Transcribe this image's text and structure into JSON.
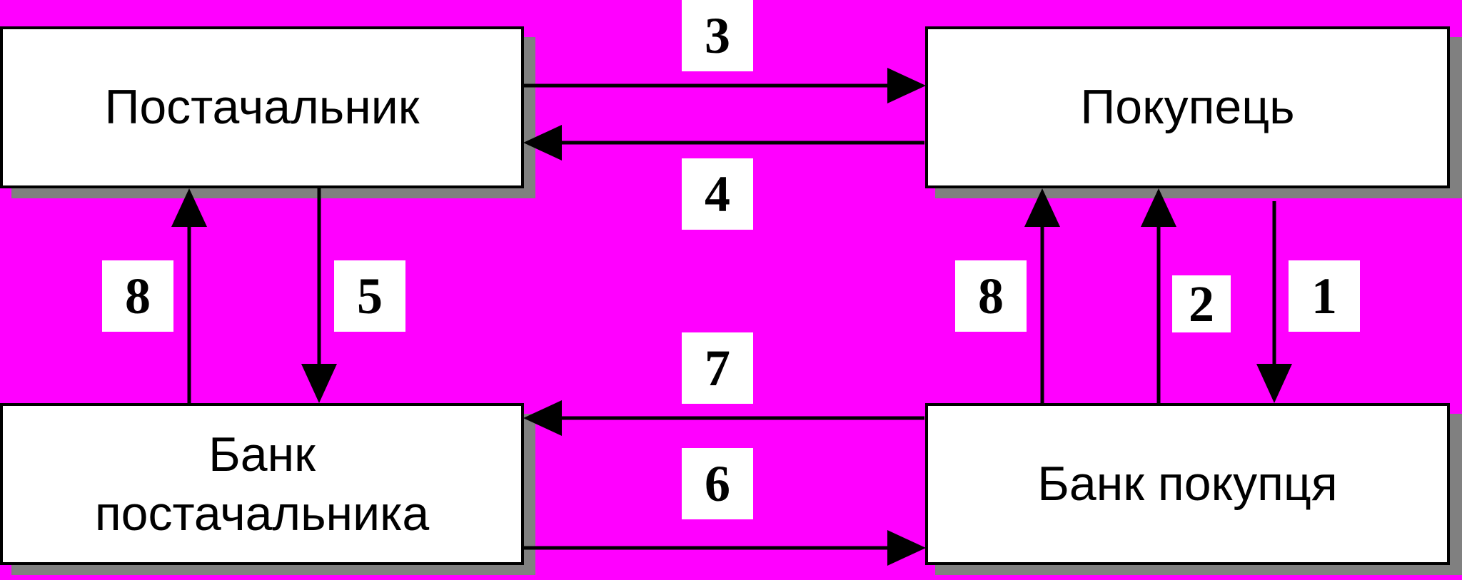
{
  "nodes": {
    "supplier": {
      "label": "Постачальник"
    },
    "buyer": {
      "label": "Покупець"
    },
    "supplier_bank": {
      "line1": "Банк",
      "line2": "постачальника"
    },
    "buyer_bank": {
      "label": "Банк покупця"
    }
  },
  "flows": {
    "f1": "1",
    "f2": "2",
    "f3": "3",
    "f4": "4",
    "f5": "5",
    "f6": "6",
    "f7": "7",
    "f8_left": "8",
    "f8_right": "8"
  },
  "colors": {
    "background": "#ff00ff",
    "box_fill": "#ffffff",
    "box_border": "#000000",
    "shadow": "#808080",
    "arrow": "#000000"
  }
}
